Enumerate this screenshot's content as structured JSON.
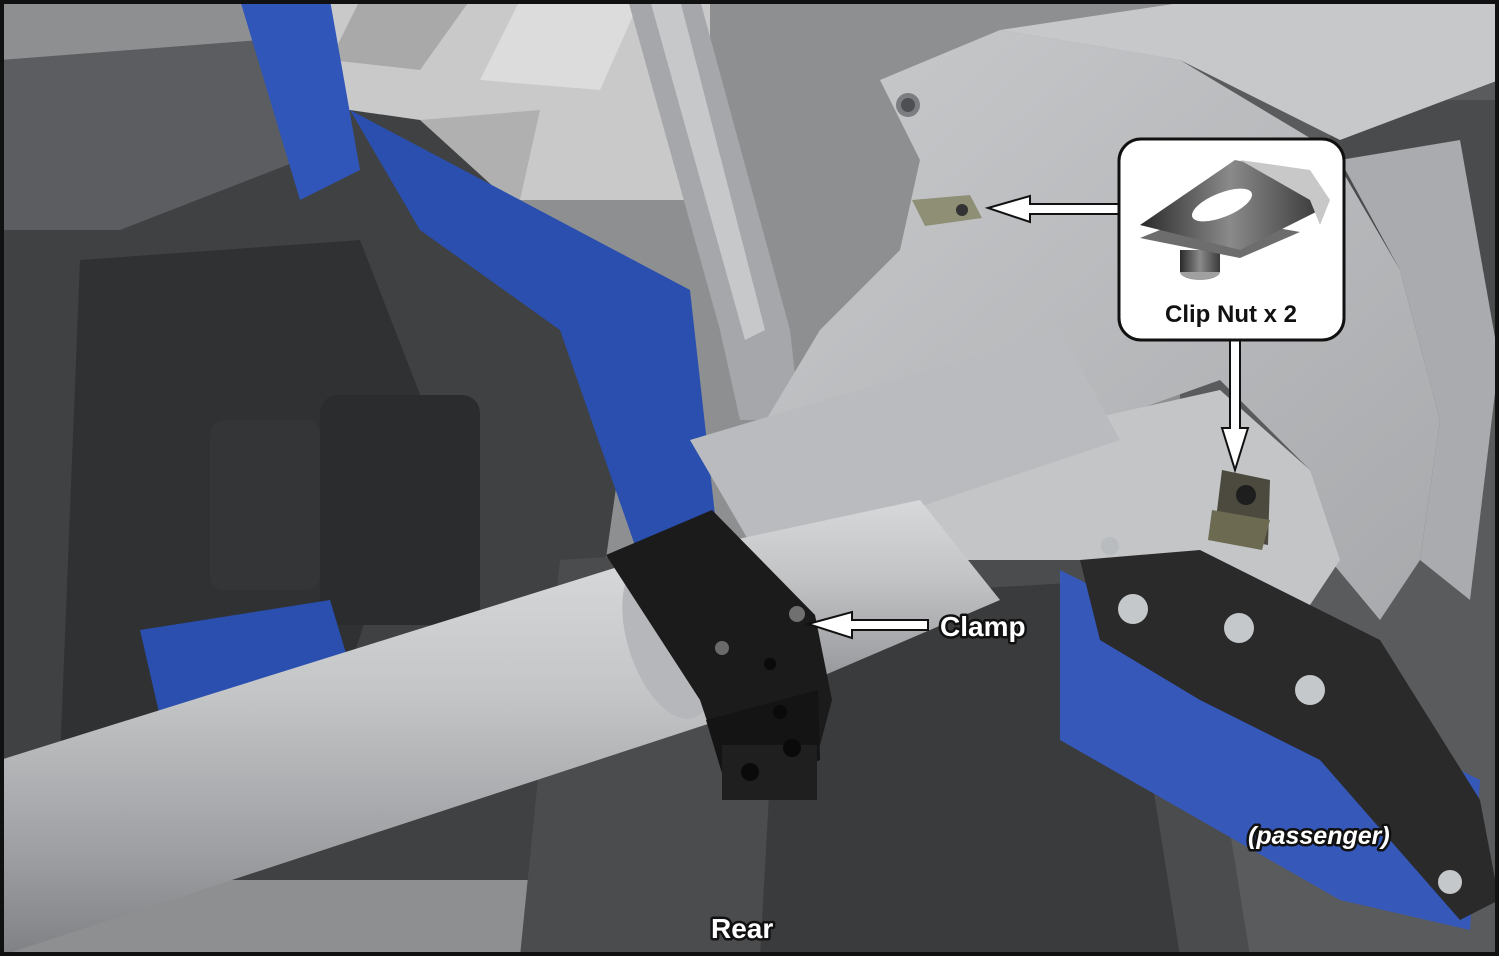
{
  "labels": {
    "clip_nut": "Clip Nut x 2",
    "clamp": "Clamp",
    "passenger": "(passenger)",
    "rear": "Rear"
  },
  "colors": {
    "frame_silver": "#b4b6b9",
    "body_blue": "#2f56b8",
    "clamp_black": "#1a1a1a",
    "interior_dark": "#3a3c3e",
    "callout_border": "#111111",
    "arrow_fill": "#ffffff"
  },
  "icons": {
    "clip_nut": "clip-nut-icon"
  }
}
